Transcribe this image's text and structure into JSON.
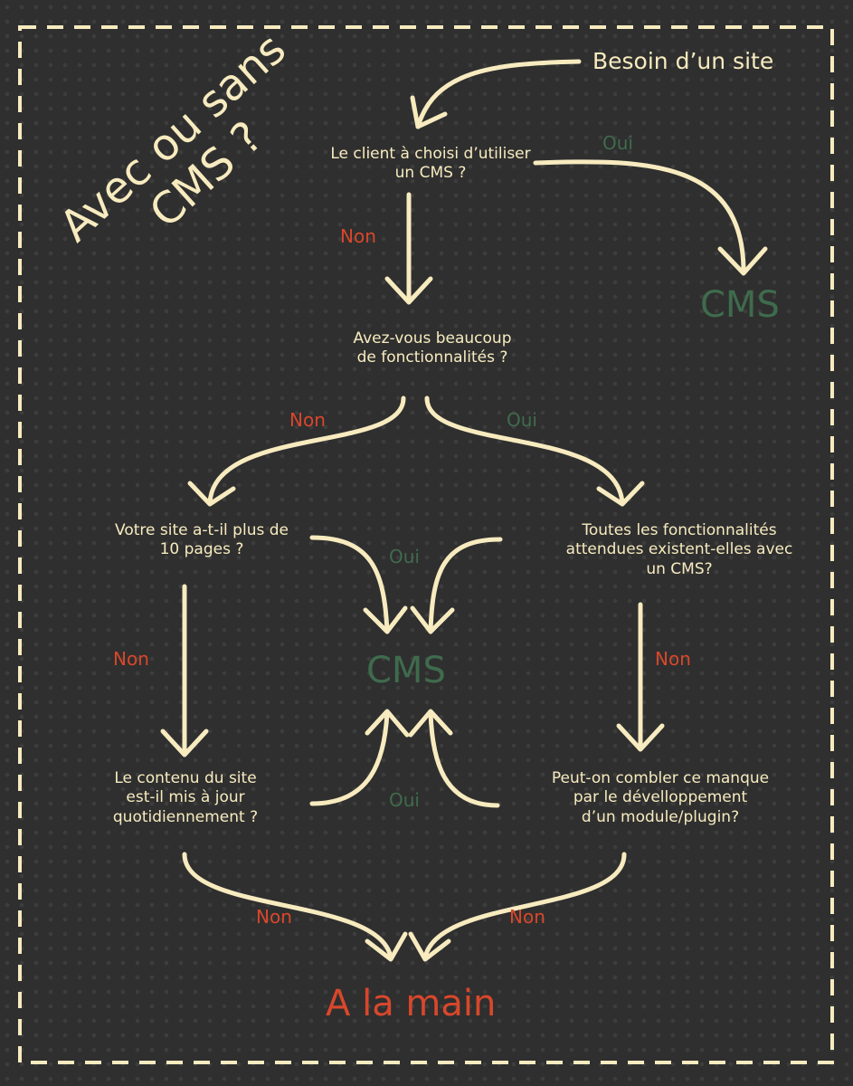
{
  "title": {
    "line1": "Avec ou sans",
    "line2": "CMS ?"
  },
  "start": "Besoin d’un site",
  "questions": {
    "q1": {
      "line1": "Le client à choisi d’utiliser",
      "line2": "un CMS ?"
    },
    "q2": {
      "line1": "Avez-vous beaucoup",
      "line2": "de fonctionnalités ?"
    },
    "q3": {
      "line1": "Votre site a-t-il plus de",
      "line2": "10 pages ?"
    },
    "q4": {
      "line1": "Toutes les fonctionnalités",
      "line2": "attendues existent-elles avec",
      "line3": "un CMS?"
    },
    "q5": {
      "line1": "Le contenu du site",
      "line2": "est-il mis à jour",
      "line3": "quotidiennement ?"
    },
    "q6": {
      "line1": "Peut-on combler ce manque",
      "line2": "par le dévelloppement",
      "line3": "d’un module/plugin?"
    }
  },
  "answers": {
    "yes": "Oui",
    "no": "Non"
  },
  "outcomes": {
    "cms": "CMS",
    "manual": "A la main"
  },
  "colors": {
    "background": "#2f2f2f",
    "text": "#f7ebbf",
    "no": "#d9472b",
    "yes": "#3f6b4d",
    "border": "#f7ebbf"
  }
}
